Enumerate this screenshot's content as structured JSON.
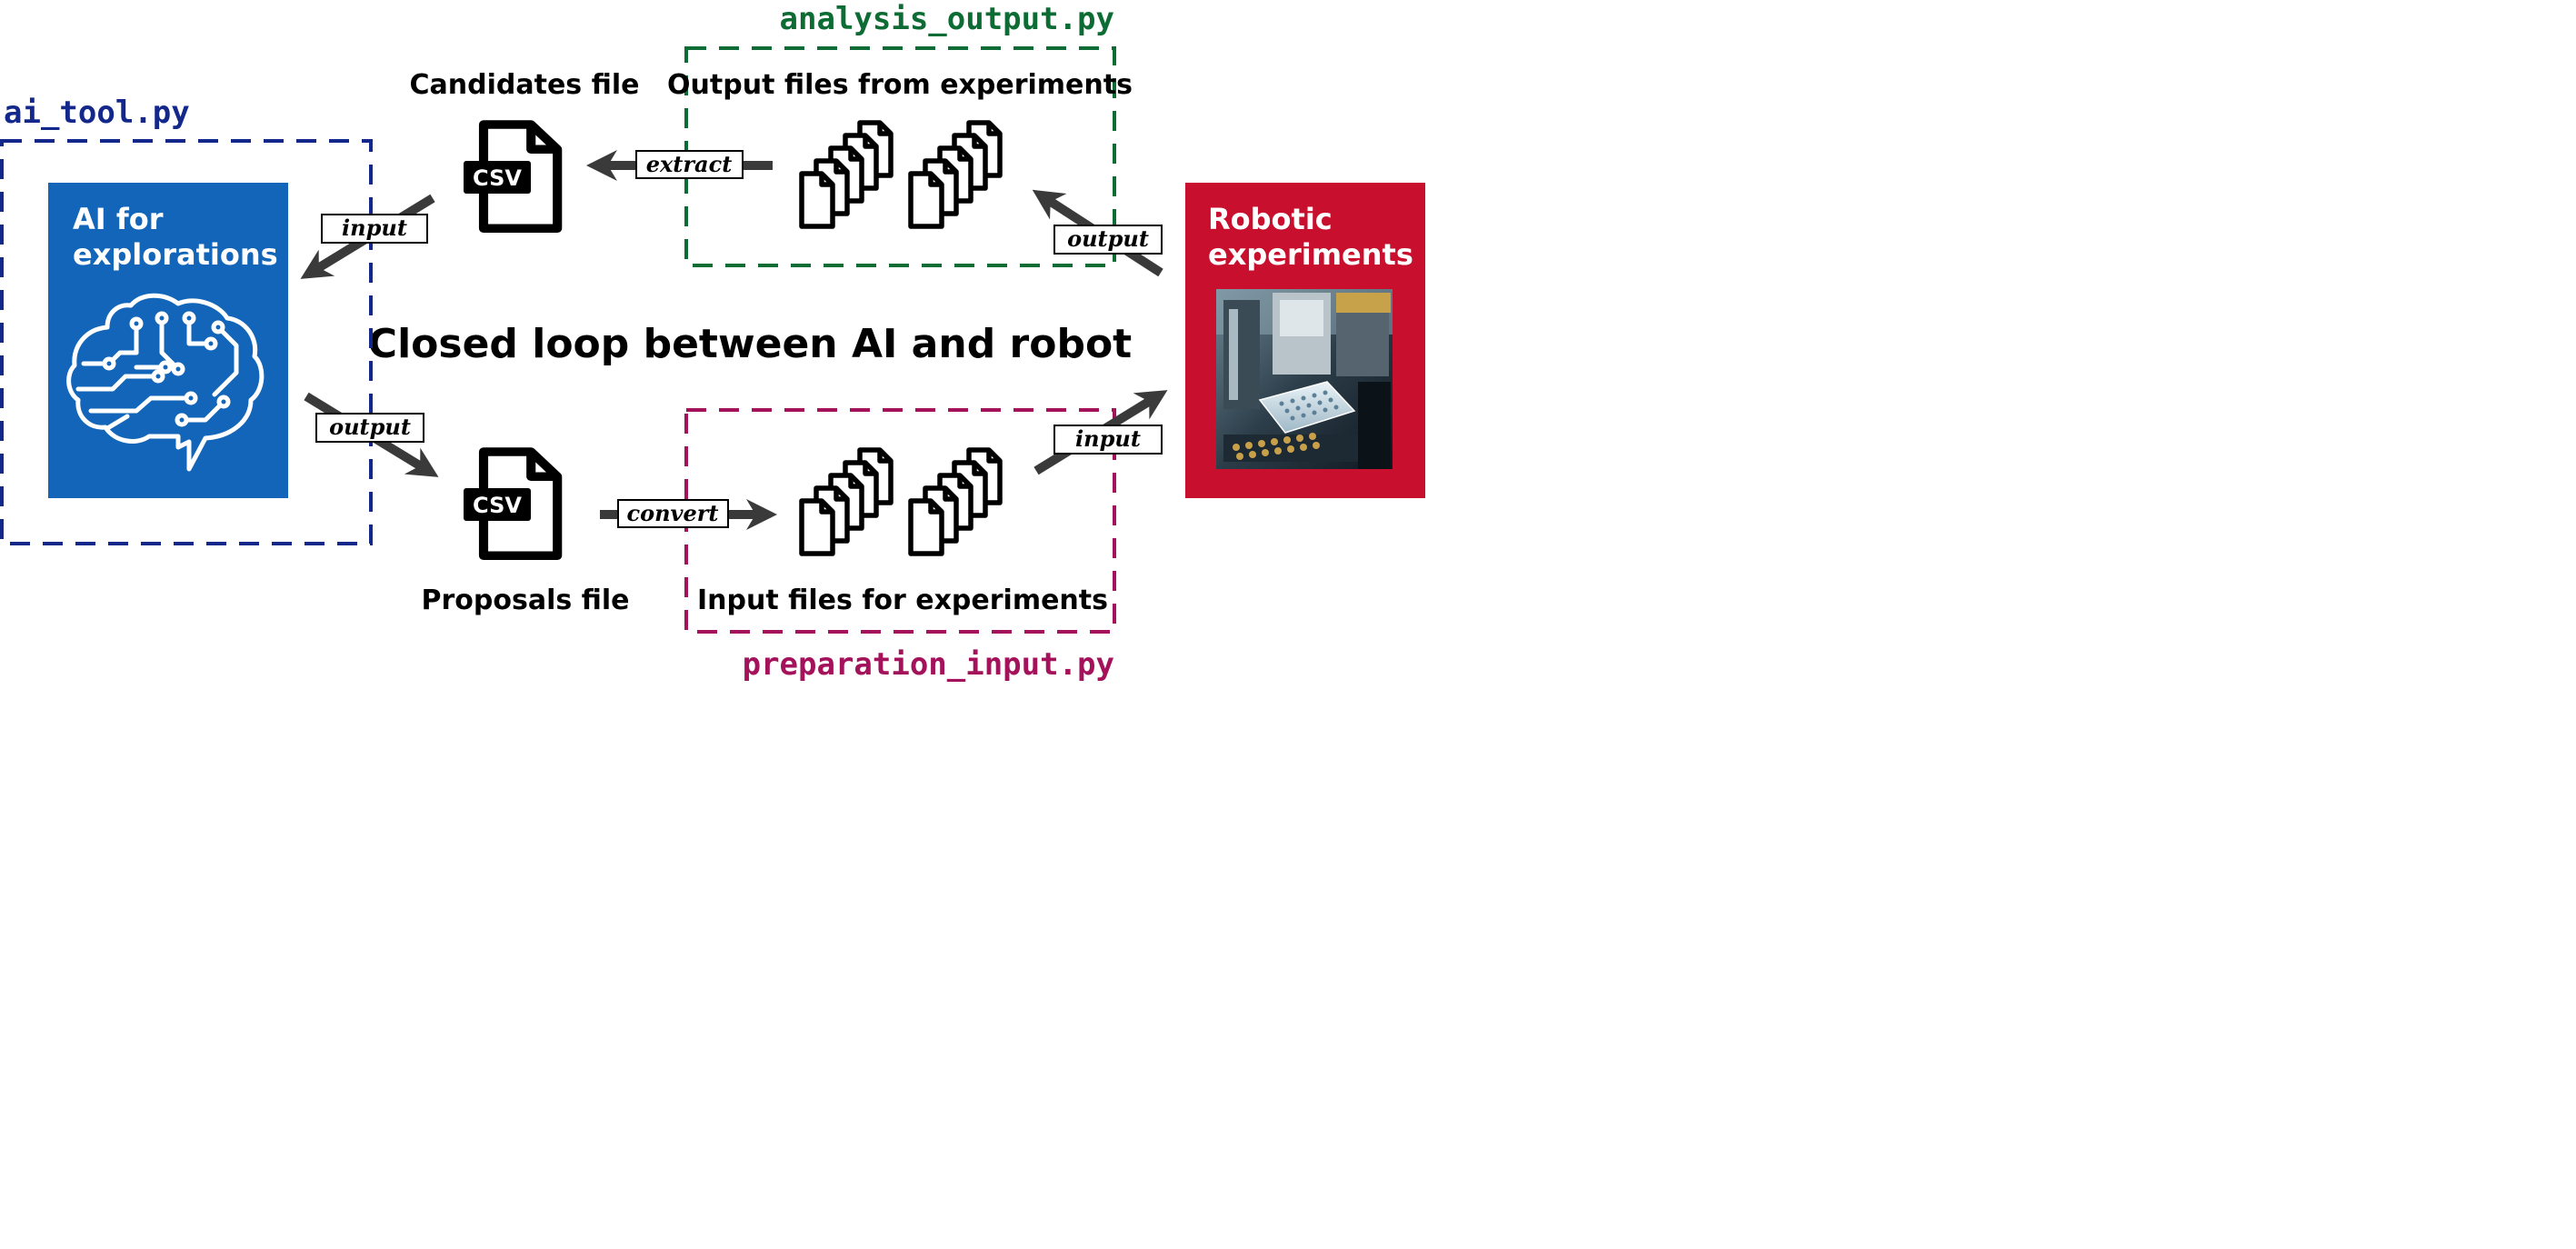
{
  "title": "Closed loop between AI and robot",
  "colors": {
    "ai_tool": "#13288a",
    "analysis": "#0d6b34",
    "preparation": "#a3125a",
    "ai_box": "#1265b8",
    "robot_box": "#c8102e",
    "arrow": "#3a3a3a"
  },
  "scripts": {
    "ai_tool": "ai_tool.py",
    "analysis_output": "analysis_output.py",
    "preparation_input": "preparation_input.py"
  },
  "ai_box": {
    "line1": "AI for",
    "line2": "explorations",
    "icon": "brain-circuit-icon"
  },
  "robot_box": {
    "line1": "Robotic",
    "line2": "experiments",
    "photo": "robot-lab-photo"
  },
  "files": {
    "candidates": {
      "label": "Candidates file",
      "badge": "CSV"
    },
    "proposals": {
      "label": "Proposals file",
      "badge": "CSV"
    },
    "output_files": {
      "label": "Output files from experiments"
    },
    "input_files": {
      "label": "Input files for experiments"
    }
  },
  "arrows": {
    "extract": "extract",
    "input_to_ai": "input",
    "output_from_robot": "output",
    "output_from_ai": "output",
    "convert": "convert",
    "input_to_robot": "input"
  }
}
